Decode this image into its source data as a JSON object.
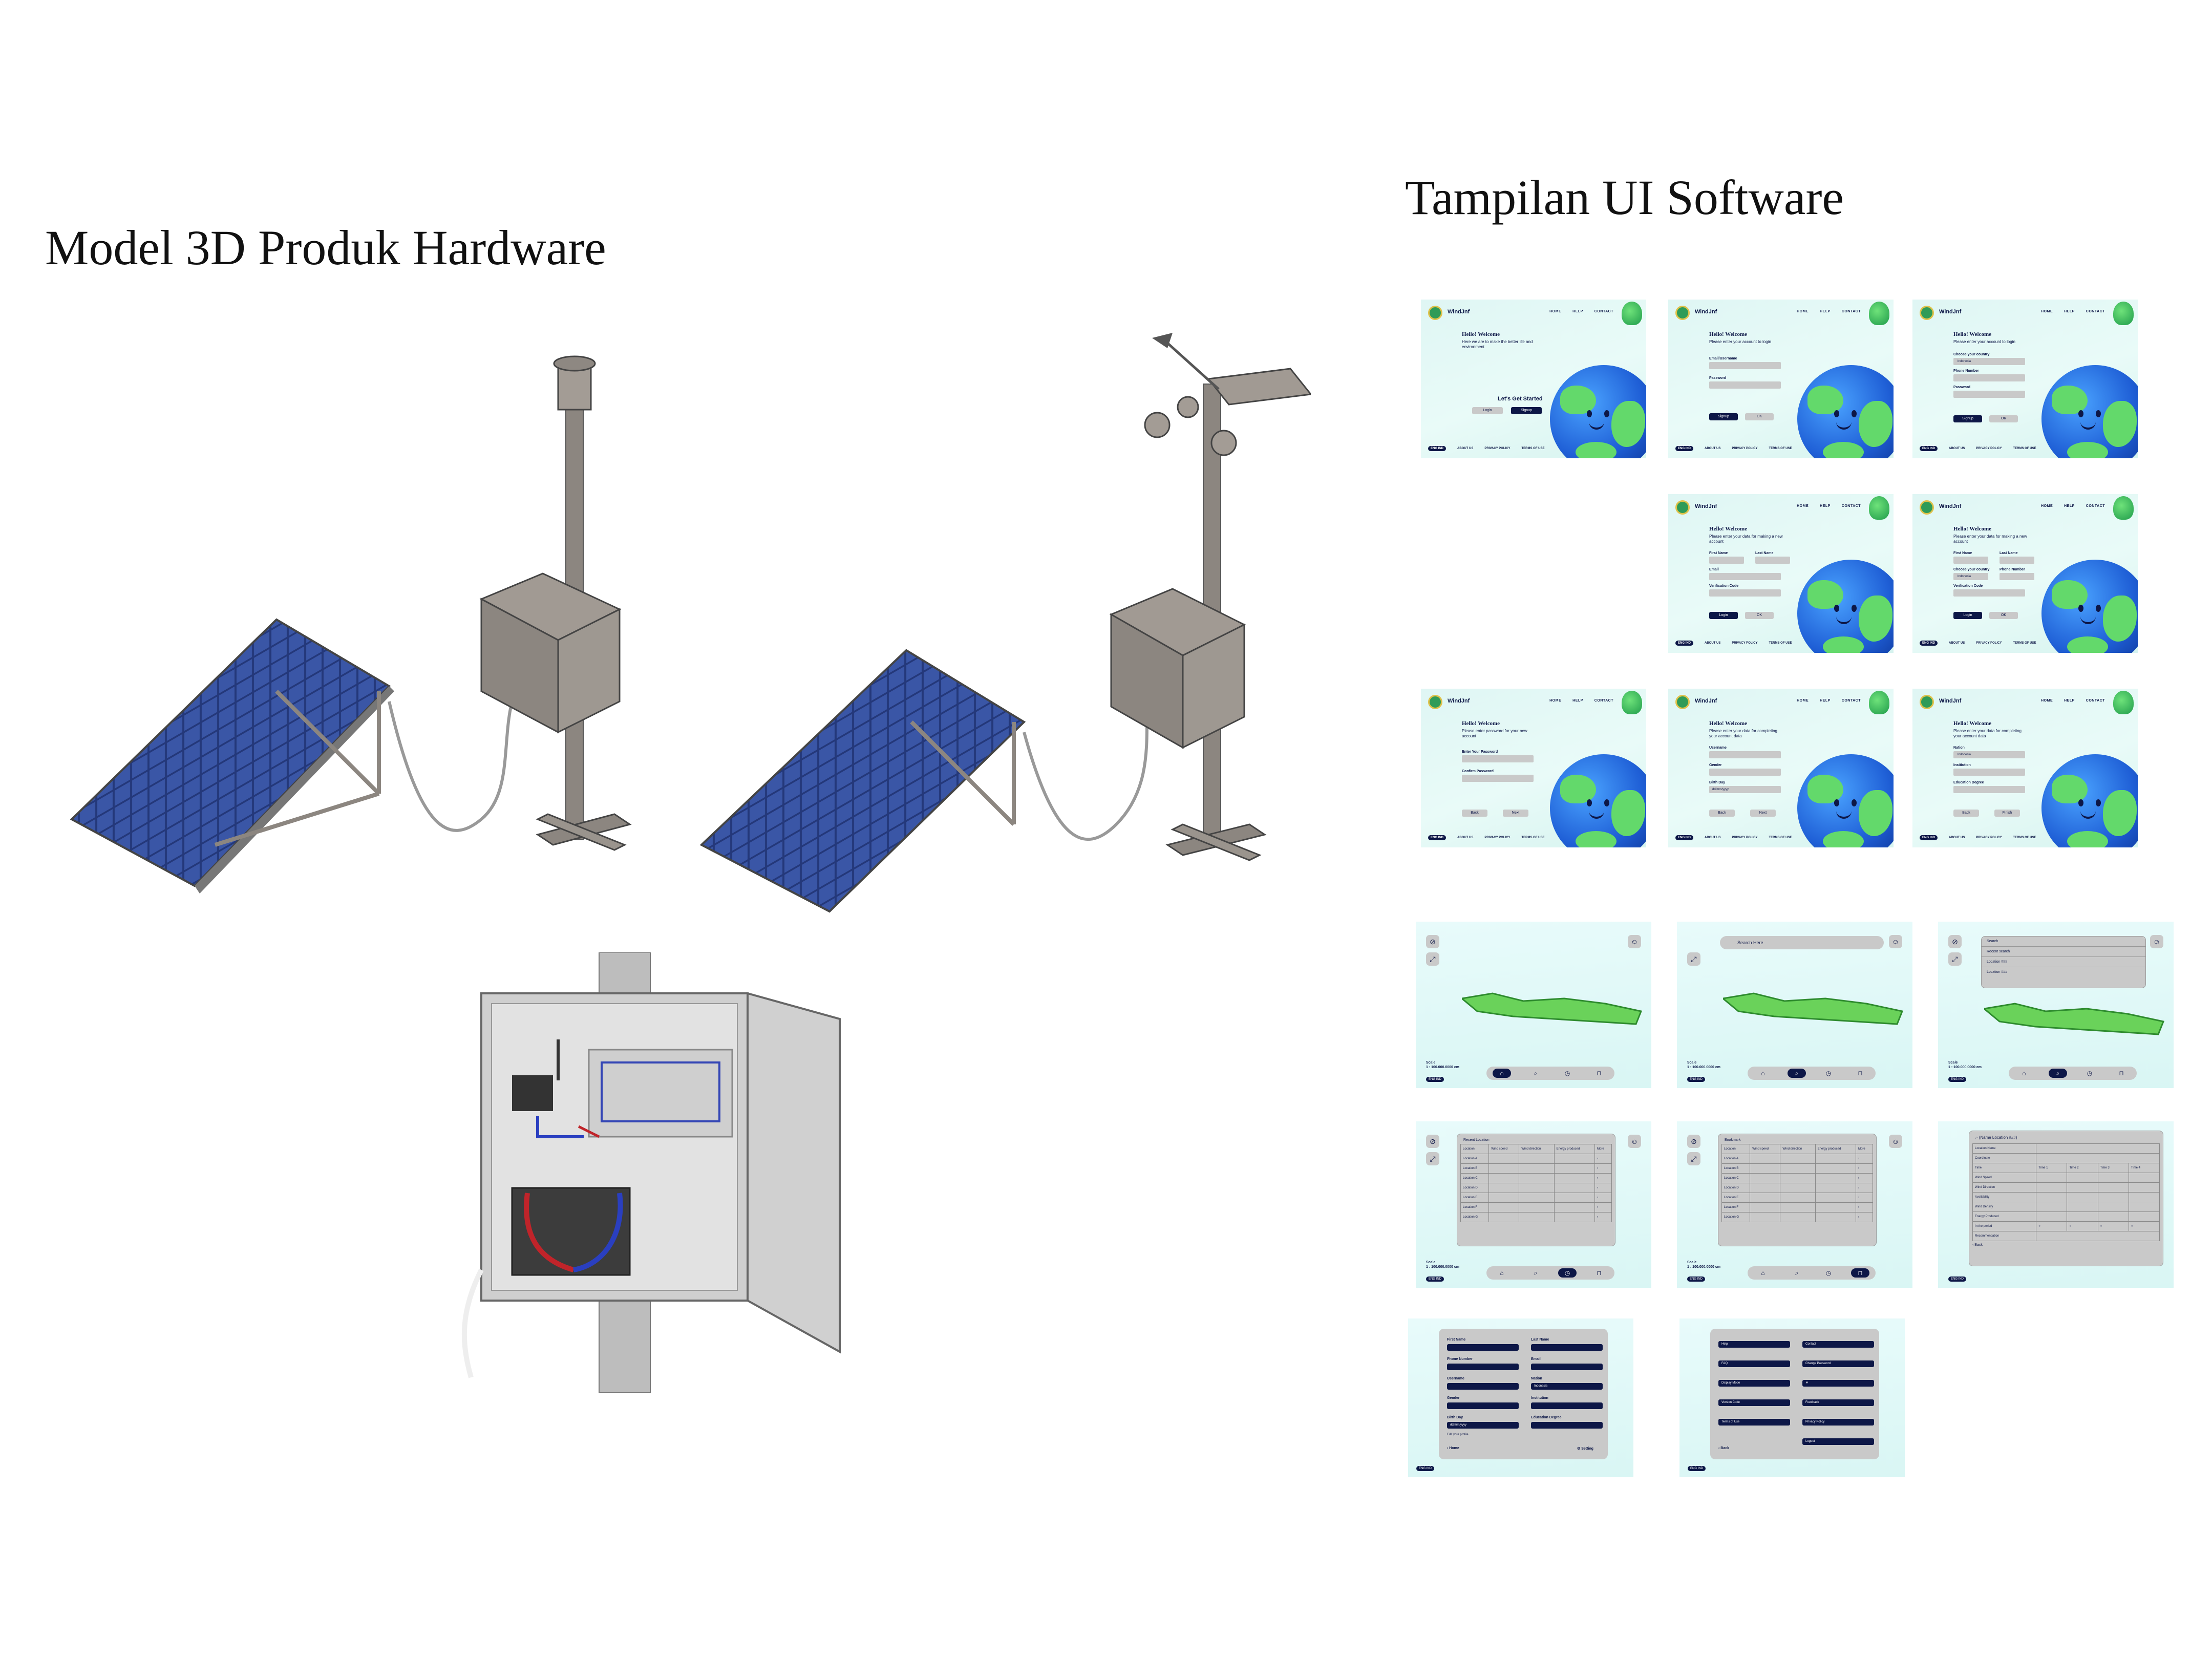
{
  "headings": {
    "hardware": "Model  3D Produk Hardware",
    "ui": "Tampilan UI Software"
  },
  "app": {
    "brand": "WindJnf",
    "nav": [
      "HOME",
      "HELP",
      "CONTACT"
    ],
    "hello": "Hello! Welcome",
    "start_sub": "Here we are to make the better life and environment",
    "start_cta": "Let's Get Started",
    "login_sub": "Please enter your account to login",
    "signup_sub": "Please enter your data for making a new account",
    "password_sub": "Please enter password for your new account",
    "complete_sub": "Please enter your data for completing your account data",
    "login": "Login",
    "signup": "Signup",
    "ok": "OK",
    "back": "Back",
    "next": "Next",
    "finish": "Finish",
    "footer": [
      "ABOUT US",
      "PRIVACY POLICY",
      "TERMS OF USE"
    ],
    "lang": "ENG IND",
    "fields": {
      "email": "Email/Username",
      "password": "Password",
      "country": "Choose your country",
      "phone": "Phone Number",
      "first_name": "First Name",
      "last_name": "Last Name",
      "email_only": "Email",
      "verification": "Verification Code",
      "enter_password": "Enter Your Password",
      "confirm_password": "Confirm Password",
      "gender": "Gender",
      "birth_day": "Birth Day",
      "birth_value": "dd/mm/yyyy",
      "nation": "Nation",
      "nation_value": "Indonesia",
      "institution": "Institution",
      "education": "Education Degree",
      "country_value": "Indonesia"
    },
    "map": {
      "scale_label": "Scale",
      "scale_value": "1 : 100.000.0000 cm",
      "search_placeholder": "Search Here",
      "search_menu": [
        "Search",
        "Recent search",
        "Location ###",
        "Location ###"
      ],
      "recent_title": "Recent Location",
      "bookmark_title": "Bookmark",
      "columns": [
        "Location",
        "Wind speed",
        "Wind direction",
        "Energy produced",
        "More"
      ],
      "rows": [
        "Location A",
        "Location B",
        "Location C",
        "Location D",
        "Location E",
        "Location F",
        "Location G"
      ],
      "detail_title": "(Name Location ###)",
      "detail_rows": [
        "Location Name",
        "Coordinate",
        "Time",
        "Wind Speed",
        "Wind Direction",
        "Availability",
        "Wind Density",
        "Energy Produced",
        "In the period",
        "Recommendation"
      ],
      "times": [
        "Time 1",
        "Time 2",
        "Time 3",
        "Time 4"
      ]
    },
    "profile": {
      "fields": [
        "First Name",
        "Last Name",
        "Phone Number",
        "Email",
        "Username",
        "Nation",
        "Gender",
        "Institution",
        "Birth Day",
        "Education Degree"
      ],
      "edit": "Edit your profile",
      "home": "Home",
      "setting": "Setting"
    },
    "settings": {
      "left": [
        "Help",
        "FAQ",
        "Display Mode",
        "Version Code",
        "Terms of Use"
      ],
      "right": [
        "Contact",
        "Change Password",
        "Feedback",
        "Privacy Policy",
        "Logout"
      ],
      "back": "Back"
    }
  },
  "colors": {
    "navy": "#0d1747",
    "panel": "#c9c9c9",
    "bg": "#e3f8f5",
    "solar": "#2b3f86",
    "metal": "#8c8680"
  }
}
